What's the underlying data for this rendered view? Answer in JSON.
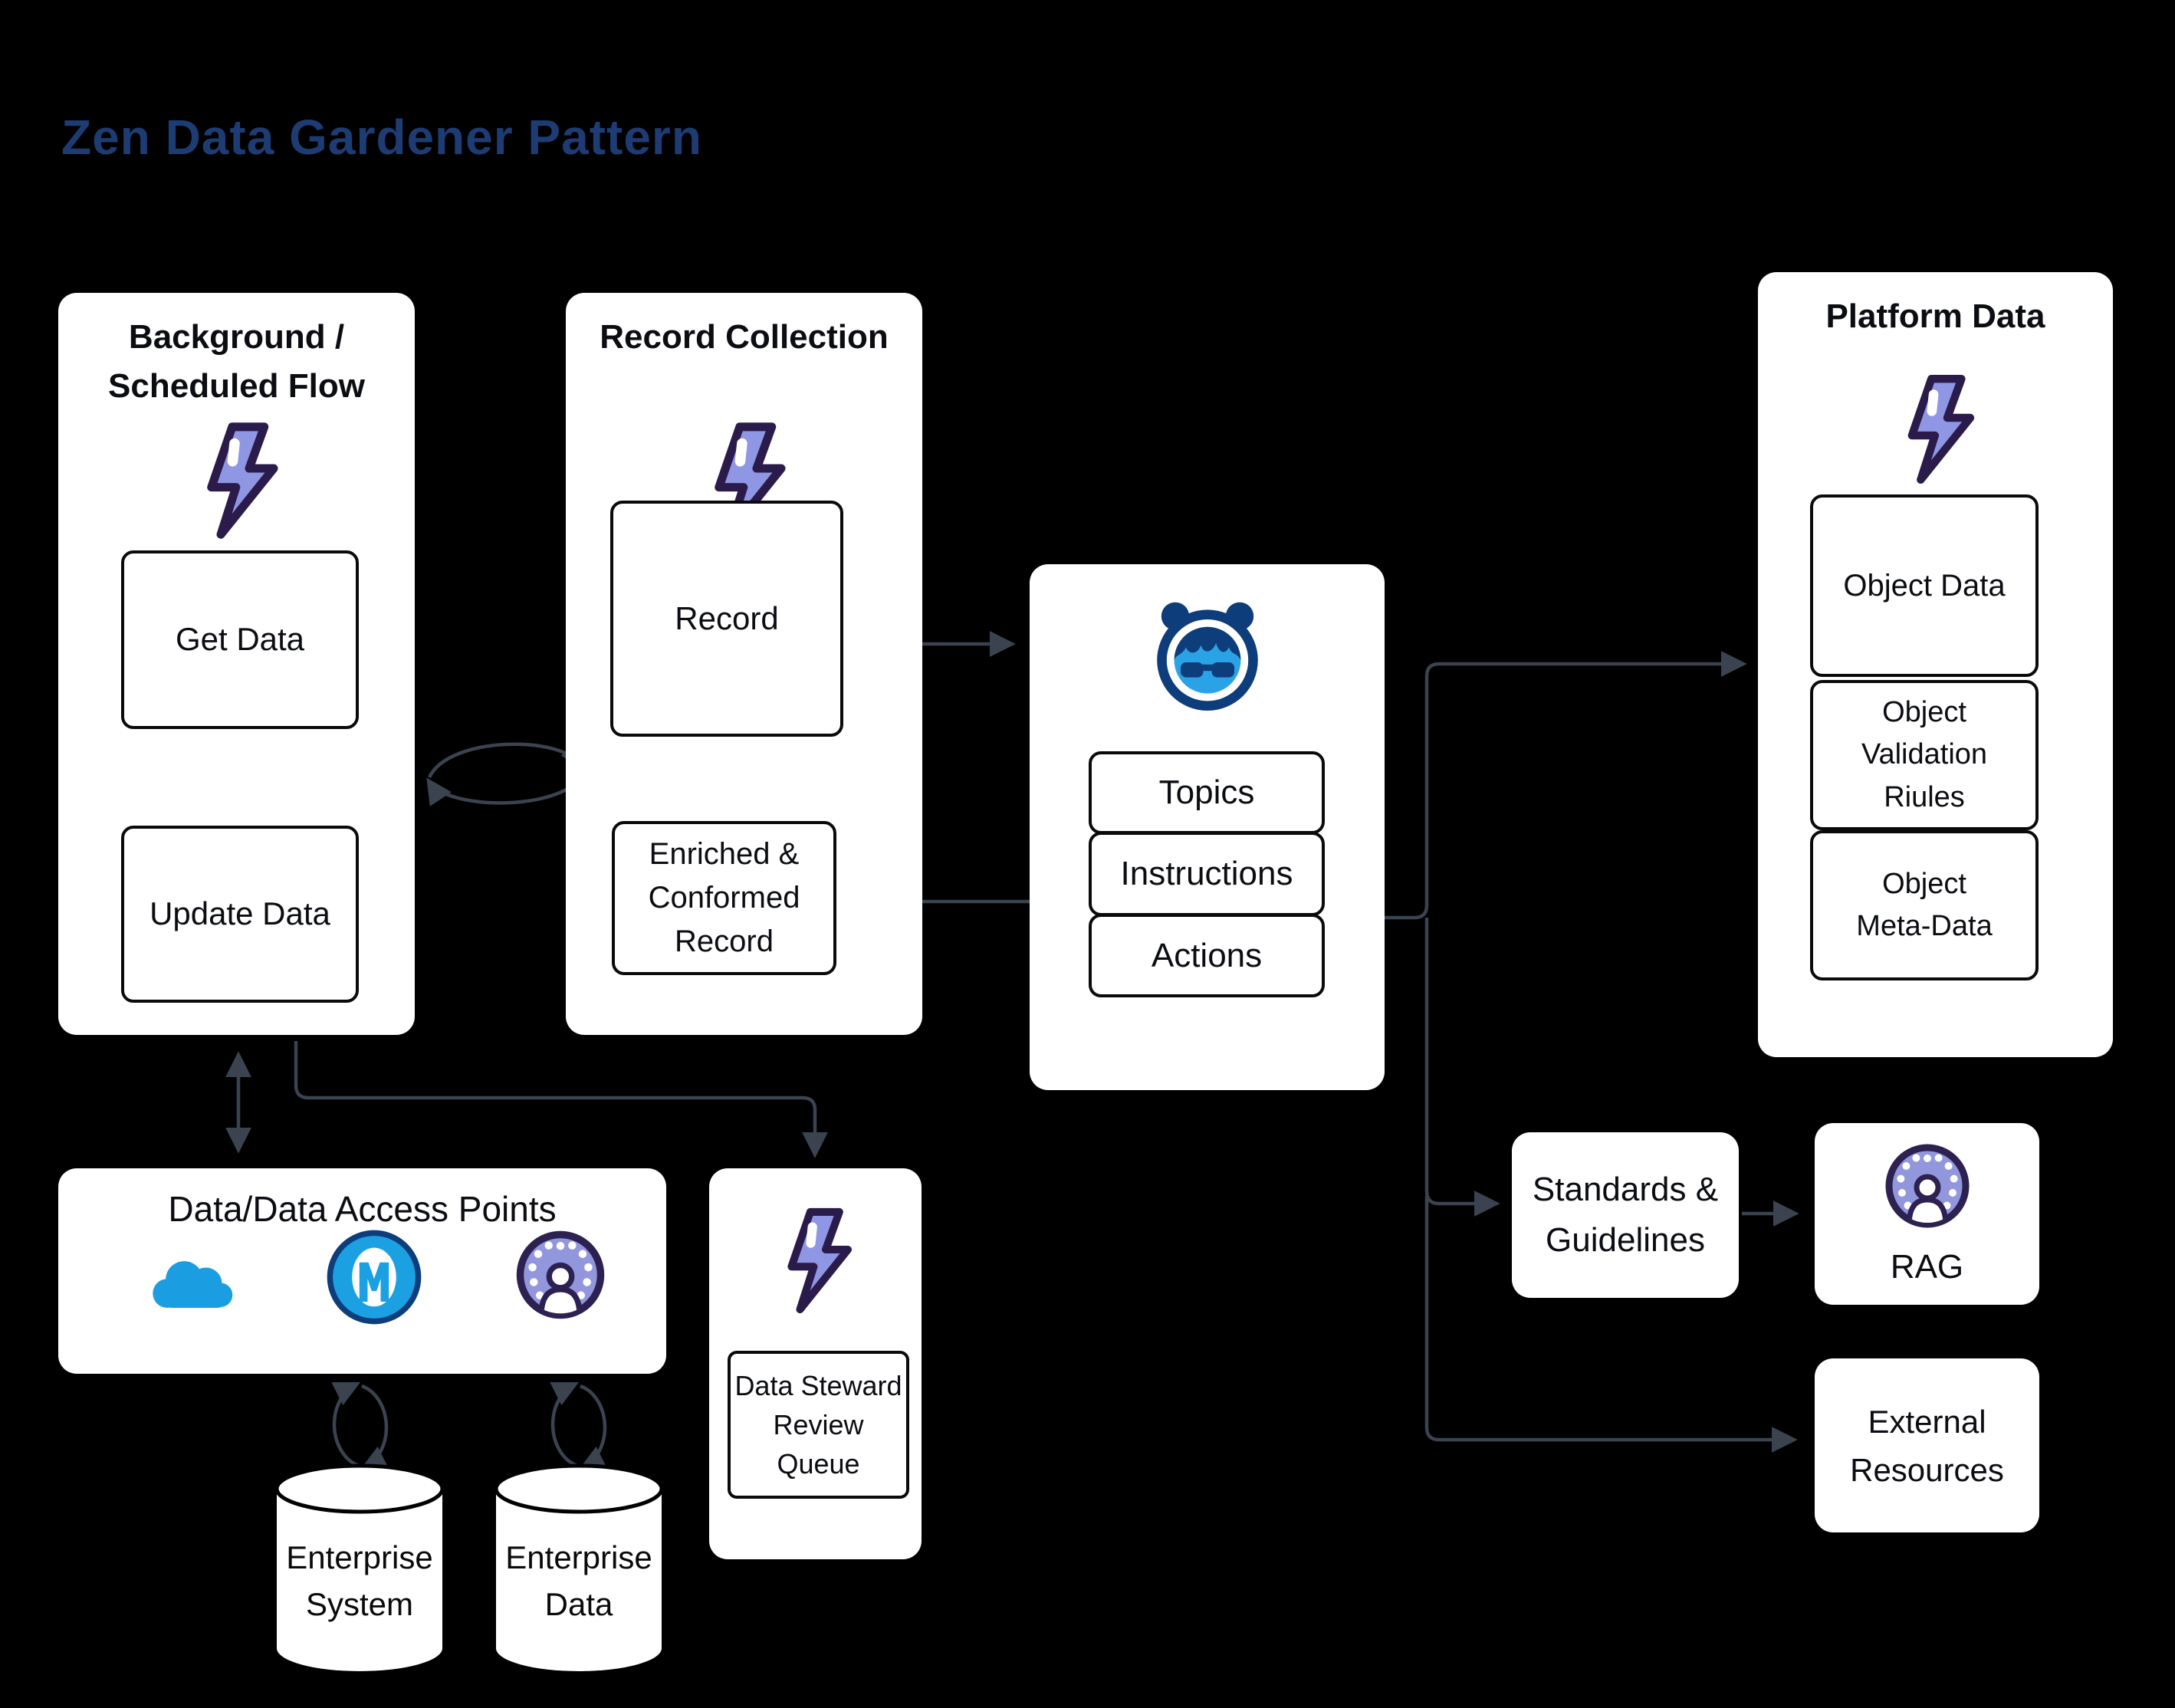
{
  "title": "Zen Data Gardener Pattern",
  "background_flow": {
    "title": "Background /\nScheduled Flow",
    "get_data": "Get Data",
    "update_data": "Update Data"
  },
  "record_collection": {
    "title": "Record Collection",
    "record": "Record",
    "enriched": "Enriched &\nConformed\nRecord"
  },
  "agent": {
    "topics": "Topics",
    "instructions": "Instructions",
    "actions": "Actions"
  },
  "platform_data": {
    "title": "Platform Data",
    "object_data": "Object Data",
    "object_validation": "Object\nValidation\nRiules",
    "object_meta": "Object\nMeta-Data"
  },
  "access_points": {
    "title": "Data/Data Access Points"
  },
  "data_steward": {
    "queue": "Data Steward\nReview\nQueue"
  },
  "standards": {
    "label": "Standards &\nGuidelines"
  },
  "rag": {
    "label": "RAG"
  },
  "external": {
    "label": "External\nResources"
  },
  "cylinders": {
    "system": "Enterprise\nSystem",
    "data": "Enterprise\nData"
  },
  "icons": {
    "lightning": "flow-lightning-bolt-icon",
    "robot": "agentforce-robot-icon",
    "cloud": "salesforce-cloud-icon",
    "mule": "mulesoft-icon",
    "ring": "agent-ring-user-icon",
    "cycle": "sync-cycle-arrows-icon"
  },
  "colors": {
    "title_navy": "#1e3c74",
    "arrow": "#3b4350",
    "bolt_fill": "#8f96e4",
    "bolt_outline": "#2a1b4a",
    "navy": "#0d3d7a",
    "flame_blue": "#2aa3e6",
    "salesforce_blue": "#1b9de2",
    "mule_blue": "#1ba0e1",
    "ring_fill": "#9297dd",
    "ring_outline": "#2c2150"
  }
}
